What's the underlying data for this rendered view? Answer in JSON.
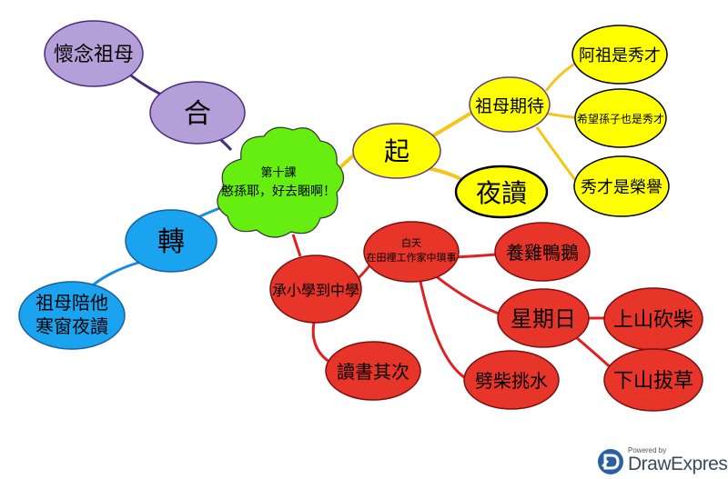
{
  "colors": {
    "purple": "#b59fd8",
    "yellow": "#ffff00",
    "red": "#e8352a",
    "green": "#66ee11",
    "blue": "#1aa3ef",
    "purple_edge": "#4b2b7f",
    "yellow_edge": "#f5c518",
    "red_edge": "#e02020",
    "blue_edge": "#1a8de0"
  },
  "center": {
    "line1": "第十課",
    "line2": "憨孫耶，好去睏啊！"
  },
  "nodes": {
    "huainian": "懷念祖母",
    "he": "合",
    "zhuan": "轉",
    "zumu_peita_1": "祖母陪他",
    "zumu_peita_2": "寒窗夜讀",
    "qi": "起",
    "zumu_qidai": "祖母期待",
    "yedu": "夜讀",
    "azu": "阿祖是秀才",
    "xiwang": "希望孫子也是秀才",
    "xiucai": "秀才是榮譽",
    "cheng": "承小學到中學",
    "dushu": "讀書其次",
    "baitian_1": "白天",
    "baitian_2": "在田裡工作家中瑣事",
    "yangji": "養雞鴨鵝",
    "xingqiri": "星期日",
    "shangshan": "上山砍柴",
    "xiashan": "下山拔草",
    "pichai": "劈柴挑水"
  },
  "brand": {
    "powered": "Powered by",
    "name": "DrawExpress",
    "icon": "drawexpress-logo-icon"
  }
}
